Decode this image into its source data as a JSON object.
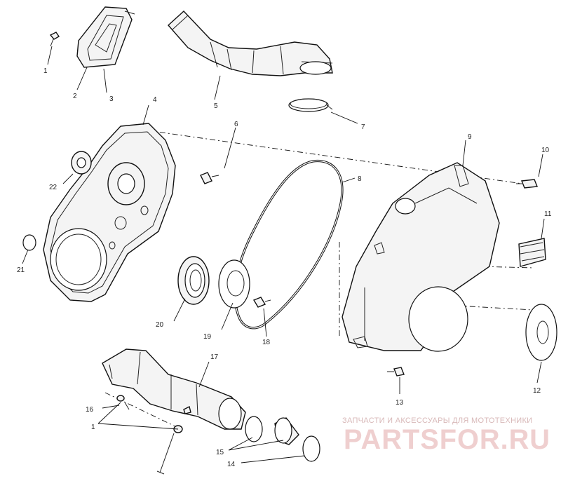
{
  "diagram": {
    "callouts": [
      "1",
      "2",
      "3",
      "4",
      "5",
      "6",
      "7",
      "8",
      "9",
      "10",
      "11",
      "12",
      "13",
      "14",
      "15",
      "16",
      "17",
      "18",
      "19",
      "20",
      "21",
      "22"
    ]
  },
  "watermark": {
    "tagline": "ЗАПЧАСТИ И АКСЕССУАРЫ ДЛЯ МОТОТЕХНИКИ",
    "logo": "PARTSFOR.RU"
  },
  "colors": {
    "line": "#111111",
    "fill": "#f4f4f4",
    "watermark_text": "#d8b8b8",
    "watermark_logo": "#efcfcf"
  }
}
